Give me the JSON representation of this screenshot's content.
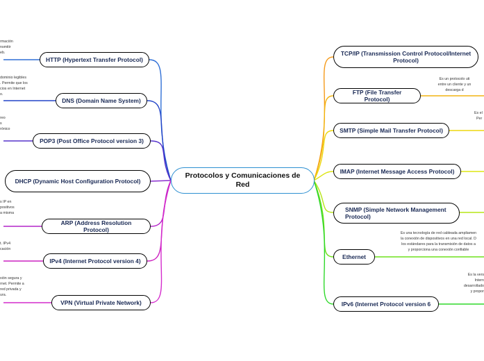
{
  "center": "Protocolos y Comunicaciones de Red",
  "left_topics": [
    {
      "label": "HTTP (Hypertext Transfer Protocol)",
      "color": "#2f6fd6"
    },
    {
      "label": "DNS (Domain Name System)",
      "color": "#2244c8"
    },
    {
      "label": "POP3 (Post Office Protocol version 3)",
      "color": "#5533cc"
    },
    {
      "label": "DHCP (Dynamic Host Configuration Protocol)",
      "color": "#8a2fcf"
    },
    {
      "label": "ARP (Address Resolution Protocol)",
      "color": "#b423c9"
    },
    {
      "label": "IPv4 (Internet Protocol version 4)",
      "color": "#cc22c0"
    },
    {
      "label": "VPN (Virtual Private Network)",
      "color": "#d42bcc"
    }
  ],
  "right_topics": [
    {
      "label": "TCP/IP (Transmission Control Protocol/Internet Protocol)",
      "color": "#f59a1a"
    },
    {
      "label": "FTP (File Transfer Protocol)",
      "color": "#f2b411"
    },
    {
      "label": "SMTP (Simple Mail Transfer Protocol)",
      "color": "#eed70f"
    },
    {
      "label": "IMAP (Internet Message Access Protocol)",
      "color": "#dde511"
    },
    {
      "label": "SNMP (Simple Network Management Protocol)",
      "color": "#b6e516"
    },
    {
      "label": "Ethernet",
      "color": "#6fe01c"
    },
    {
      "label": "IPv6 (Internet Protocol version 6",
      "color": "#2ed82a"
    }
  ],
  "left_notes": [
    [
      "rmación",
      "nsmitir",
      "eb."
    ],
    [
      "dominio legibles",
      ". Permite que los",
      "cios en Internet",
      "o."
    ],
    [
      "reo",
      "s",
      "rónico"
    ],
    [
      "s IP en",
      "positivos",
      "a misma"
    ],
    [
      "t. IPv4",
      "cación"
    ],
    [
      "xión segura y",
      "rnet. Permite a",
      "red privada y",
      "ura."
    ]
  ],
  "right_notes": [
    [
      "Es un protocolo uti",
      "entre un cliente y un",
      "descarga d"
    ],
    [
      "Es el",
      "Per"
    ],
    [
      "Es una tecnología de red cableada ampliamen",
      "la conexión de dispositivos en una red local. D",
      "los estándares para la transmisión de datos a",
      "y proporciona una conexión confiable"
    ],
    [
      "Es la vers",
      "Intern",
      "desarrollado",
      "y propor"
    ]
  ]
}
